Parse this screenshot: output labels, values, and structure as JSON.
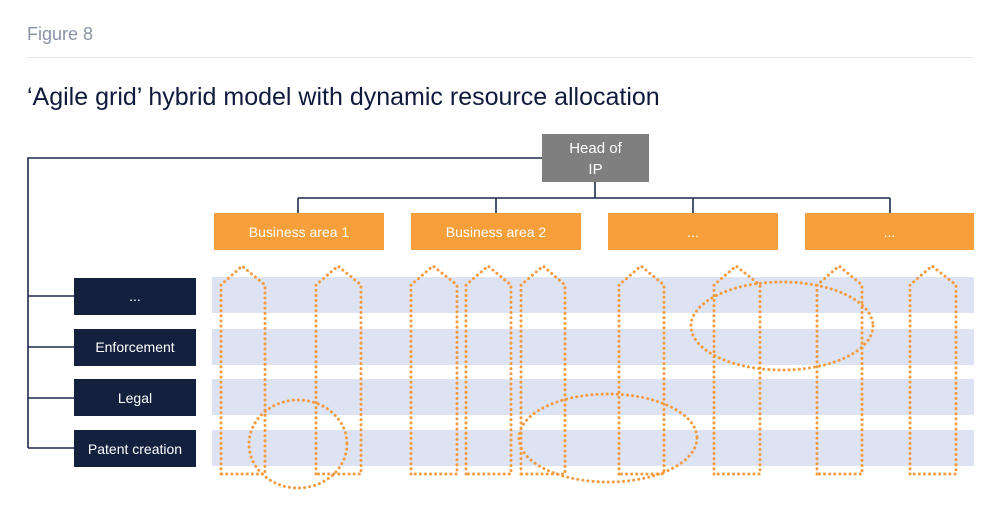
{
  "header": {
    "figure_label": "Figure 8",
    "title": "‘Agile grid’ hybrid model with dynamic resource allocation"
  },
  "diagram": {
    "head": {
      "line1": "Head of",
      "line2": "IP"
    },
    "business_areas": [
      "Business area 1",
      "Business area 2",
      "...",
      "..."
    ],
    "functions": [
      "...",
      "Enforcement",
      "Legal",
      "Patent creation"
    ],
    "colors": {
      "head": "#7f7f7f",
      "business_area": "#f7a03b",
      "function": "#13213f",
      "band": "#dde3f3",
      "connector": "#1c2a4a",
      "dotted": "#f39c44"
    }
  }
}
